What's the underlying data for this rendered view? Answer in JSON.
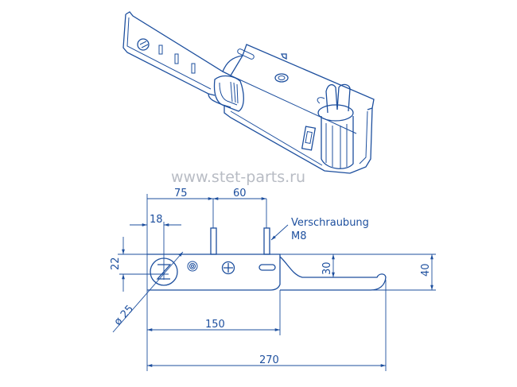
{
  "drawing": {
    "watermark": "www.stet-parts.ru",
    "annotation": {
      "line1": "Verschraubung",
      "line2": "M8"
    },
    "dimensions": {
      "d75": "75",
      "d60": "60",
      "d18": "18",
      "d22": "22",
      "d25": "ø 25",
      "d30": "30",
      "d40": "40",
      "d150": "150",
      "d270": "270"
    },
    "color": "#1d4f9e"
  }
}
